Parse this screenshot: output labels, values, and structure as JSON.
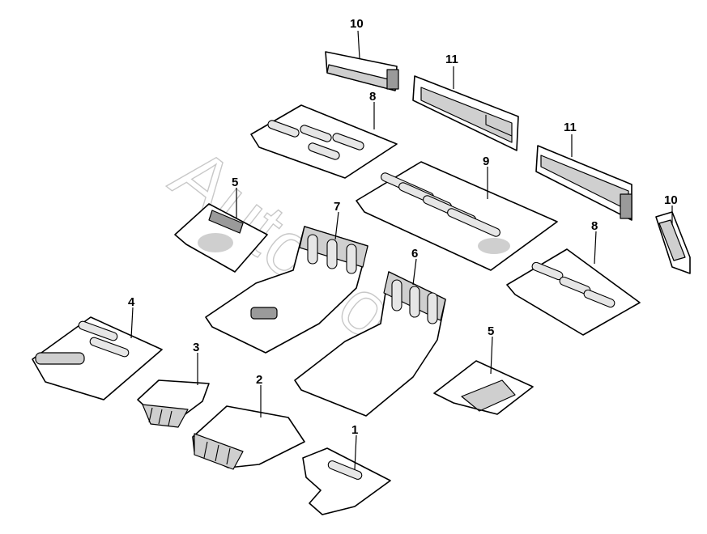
{
  "watermark": "AutoSoft",
  "callouts": [
    {
      "label": "10"
    },
    {
      "label": "11"
    },
    {
      "label": "8"
    },
    {
      "label": "11"
    },
    {
      "label": "5"
    },
    {
      "label": "9"
    },
    {
      "label": "7"
    },
    {
      "label": "6"
    },
    {
      "label": "10"
    },
    {
      "label": "8"
    },
    {
      "label": "4"
    },
    {
      "label": "3"
    },
    {
      "label": "5"
    },
    {
      "label": "2"
    },
    {
      "label": "1"
    }
  ]
}
